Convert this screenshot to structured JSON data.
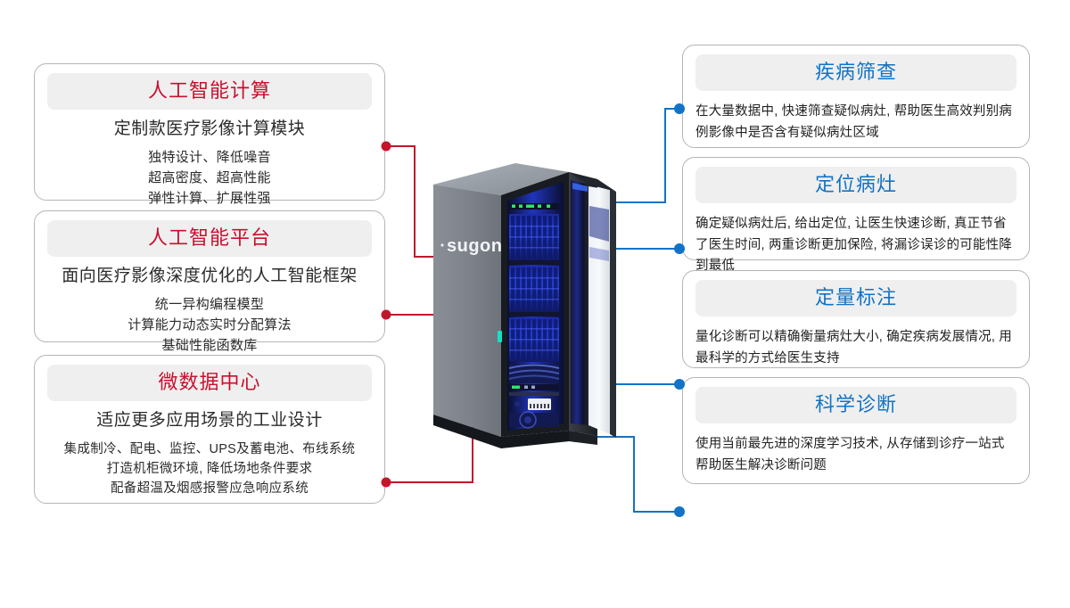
{
  "product": {
    "brand_logo_text": "sugon",
    "alt": "sugon micro data center server rack, front door open, blue-lit blade servers"
  },
  "colors": {
    "accent_red": "#c8102e",
    "accent_blue": "#1273c6",
    "header_band": "#efefef",
    "card_border": "#b5b5b5",
    "body_text": "#2b2b2b"
  },
  "left_cards": [
    {
      "title": "人工智能计算",
      "lead": "定制款医疗影像计算模块",
      "lines": [
        "独特设计、降低噪音",
        "超高密度、超高性能",
        "弹性计算、扩展性强"
      ]
    },
    {
      "title": "人工智能平台",
      "lead": "面向医疗影像深度优化的人工智能框架",
      "lines": [
        "统一异构编程模型",
        "计算能力动态实时分配算法",
        "基础性能函数库"
      ]
    },
    {
      "title": "微数据中心",
      "lead": "适应更多应用场景的工业设计",
      "lines": [
        "集成制冷、配电、监控、UPS及蓄电池、布线系统",
        "打造机柜微环境, 降低场地条件要求",
        "配备超温及烟感报警应急响应系统"
      ]
    }
  ],
  "right_cards": [
    {
      "title": "疾病筛查",
      "body": "在大量数据中, 快速筛查疑似病灶, 帮助医生高效判别病例影像中是否含有疑似病灶区域"
    },
    {
      "title": "定位病灶",
      "body": "确定疑似病灶后, 给出定位, 让医生快速诊断, 真正节省了医生时间, 两重诊断更加保险, 将漏诊误诊的可能性降到最低"
    },
    {
      "title": "定量标注",
      "body": "量化诊断可以精确衡量病灶大小, 确定疾病发展情况, 用最科学的方式给医生支持"
    },
    {
      "title": "科学诊断",
      "body": "使用当前最先进的深度学习技术, 从存储到诊疗一站式帮助医生解决诊断问题"
    }
  ]
}
